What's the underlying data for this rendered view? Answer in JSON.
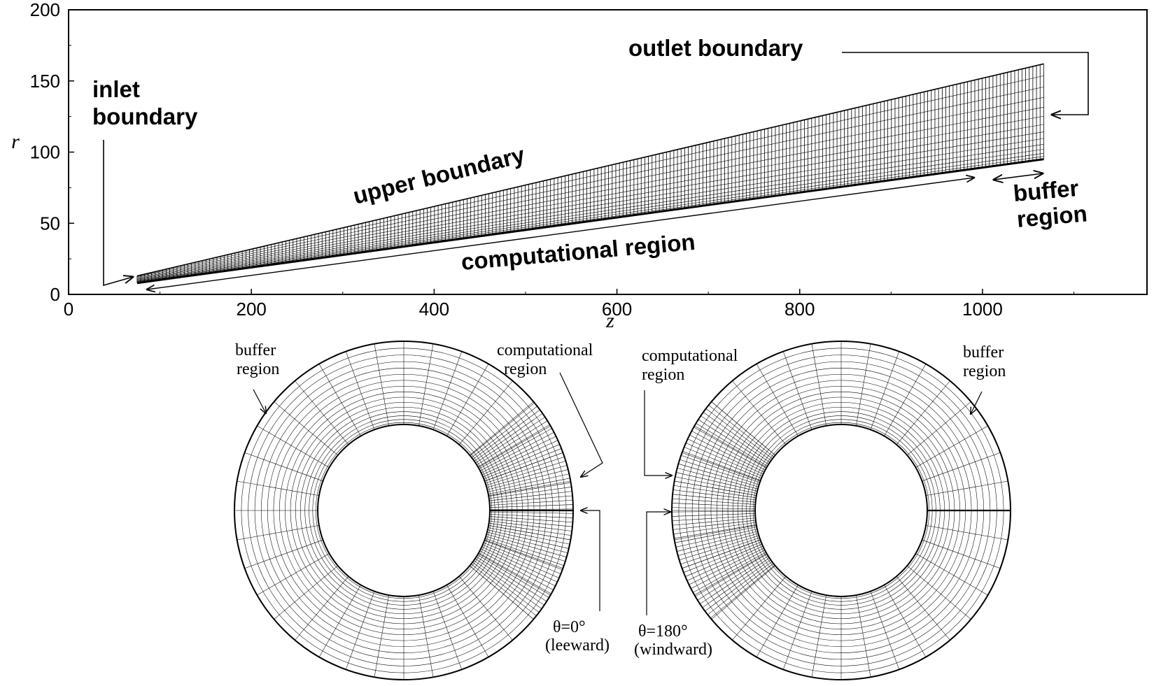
{
  "top_plot": {
    "axes": {
      "x": {
        "label": "z",
        "range": [
          0,
          1180
        ],
        "ticks": [
          0,
          200,
          400,
          600,
          800,
          1000
        ]
      },
      "y": {
        "label": "r",
        "range": [
          0,
          200
        ],
        "ticks": [
          0,
          50,
          100,
          150,
          200
        ]
      }
    },
    "grid": {
      "inlet_z": 75,
      "outlet_z": 1067,
      "inlet_r": [
        8,
        13
      ],
      "outlet_r": [
        95,
        162
      ],
      "buffer_start_z": 1000,
      "axial_lines": 250,
      "radial_lines": 14
    },
    "labels": {
      "inlet_line1": "inlet",
      "inlet_line2": "boundary",
      "outlet": "outlet boundary",
      "upper": "upper boundary",
      "computational": "computational region",
      "buffer_line1": "buffer",
      "buffer_line2": "region"
    }
  },
  "left_ring": {
    "labels": {
      "buffer_line1": "buffer",
      "buffer_line2": "region",
      "comp_line1": "computational",
      "comp_line2": "region",
      "theta": "θ=0°",
      "side": "(leeward)"
    }
  },
  "right_ring": {
    "labels": {
      "comp_line1": "computational",
      "comp_line2": "region",
      "buffer_line1": "buffer",
      "buffer_line2": "region",
      "theta": "θ=180°",
      "side": "(windward)"
    }
  },
  "ring_grid": {
    "angular_spacing_deg_coarse": 10,
    "angular_spacing_deg_fine": 1.5,
    "radial_rings": 16
  }
}
